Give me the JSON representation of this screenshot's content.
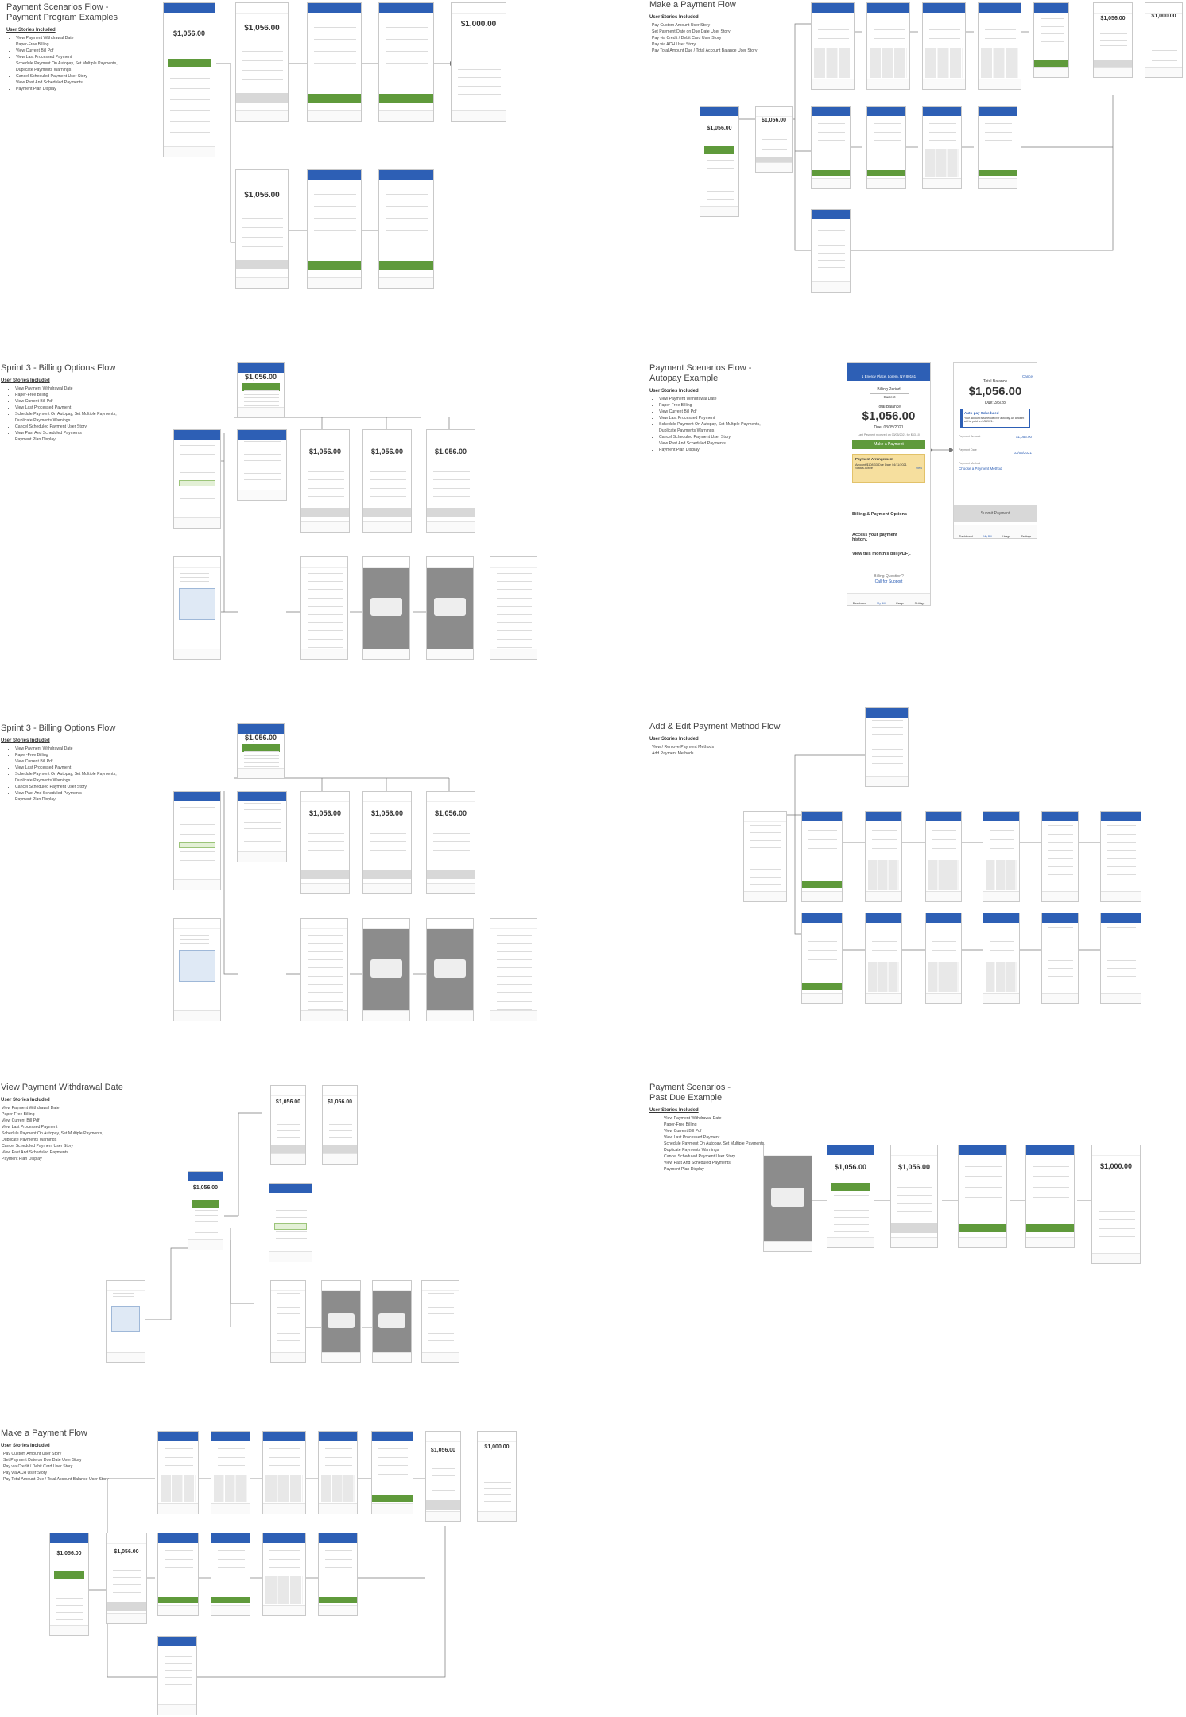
{
  "sections": [
    {
      "id": "s1",
      "title_lines": [
        "Payment Scenarios Flow -",
        "Payment Program Examples"
      ],
      "subtitle": "User Stories Included",
      "bullets": true,
      "stories": [
        "View Payment Withdrawal Date",
        "Paper-Free Billing",
        "View Current Bill Pdf",
        "View Last Processed Payment",
        "Schedule Payment On Autopay, Set Multiple Payments, Duplicate Payments Warnings",
        "Cancel Scheduled Payment User Story",
        "View Past And Scheduled Payments",
        "Payment Plan Display"
      ]
    },
    {
      "id": "s2",
      "title_lines": [
        "Make a Payment Flow"
      ],
      "subtitle": "User Stories Included",
      "bullets": false,
      "stories": [
        "Pay Custom Amount User Story",
        "Set Payment Date on Due Date User Story",
        "Pay via Credit / Debit Card User Story",
        "Pay via ACH User Story",
        "Pay Total Amount Due / Total Account Balance User Story"
      ]
    },
    {
      "id": "s3",
      "title_lines": [
        "Sprint 3 - Billing Options Flow"
      ],
      "subtitle": "User Stories Included",
      "bullets": true,
      "stories": [
        "View Payment Withdrawal Date",
        "Paper-Free Billing",
        "View Current Bill Pdf",
        "View Last Processed Payment",
        "Schedule Payment On Autopay, Set Multiple Payments, Duplicate Payments Warnings",
        "Cancel Scheduled Payment User Story",
        "View Past And Scheduled Payments",
        "Payment Plan Display"
      ]
    },
    {
      "id": "s4",
      "title_lines": [
        "Payment Scenarios Flow -",
        "Autopay Example"
      ],
      "subtitle": "User Stories Included",
      "bullets": true,
      "stories": [
        "View Payment Withdrawal Date",
        "Paper-Free Billing",
        "View Current Bill Pdf",
        "View Last Processed Payment",
        "Schedule Payment On Autopay, Set Multiple Payments, Duplicate Payments Warnings",
        "Cancel Scheduled Payment User Story",
        "View Past And Scheduled Payments",
        "Payment Plan Display"
      ]
    },
    {
      "id": "s5",
      "title_lines": [
        "Sprint 3 - Billing Options Flow"
      ],
      "subtitle": "User Stories Included",
      "bullets": true,
      "stories": [
        "View Payment Withdrawal Date",
        "Paper-Free Billing",
        "View Current Bill Pdf",
        "View Last Processed Payment",
        "Schedule Payment On Autopay, Set Multiple Payments, Duplicate Payments Warnings",
        "Cancel Scheduled Payment User Story",
        "View Past And Scheduled Payments",
        "Payment Plan Display"
      ]
    },
    {
      "id": "s6",
      "title_lines": [
        "Add & Edit Payment Method Flow"
      ],
      "subtitle": "User Stories Included",
      "bullets": false,
      "stories": [
        "View / Remove Payment Methods",
        "Add Payment Methods"
      ]
    },
    {
      "id": "s7",
      "title_lines": [
        "View Payment Withdrawal Date"
      ],
      "subtitle": "User Stories Included",
      "bullets": false,
      "stories": [
        "View Payment Withdrawal Date",
        "Paper-Free Billing",
        "View Current Bill Pdf",
        "View Last Processed Payment",
        "Schedule Payment On Autopay, Set Multiple Payments, Duplicate Payments Warnings",
        "Cancel Scheduled Payment User Story",
        "View Past And Scheduled Payments",
        "Payment Plan Display"
      ]
    },
    {
      "id": "s8",
      "title_lines": [
        "Payment Scenarios -",
        "Past Due Example"
      ],
      "subtitle": "User Stories Included",
      "bullets": true,
      "stories": [
        "View Payment Withdrawal Date",
        "Paper-Free Billing",
        "View Current Bill Pdf",
        "View Last Processed Payment",
        "Schedule Payment On Autopay, Set Multiple Payments, Duplicate Payments Warnings",
        "Cancel Scheduled Payment User Story",
        "View Past And Scheduled Payments",
        "Payment Plan Display"
      ]
    },
    {
      "id": "s9",
      "title_lines": [
        "Make a Payment Flow"
      ],
      "subtitle": "User Stories Included",
      "bullets": false,
      "stories": [
        "Pay Custom Amount User Story",
        "Set Payment Date on Due Date User Story",
        "Pay via Credit / Debit Card User Story",
        "Pay via ACH User Story",
        "Pay Total Amount Due / Total Account Balance User Story"
      ]
    }
  ],
  "amounts": {
    "balance": "$1,056.00",
    "paid": "$1,000.00"
  },
  "autopay_screen": {
    "address": "1 Energy Place, Lorem, NY 80161",
    "billing_period_label": "Billing Period",
    "billing_period_value": "Current",
    "total_balance_label": "Total Balance",
    "amount": "$1,056.00",
    "due": "Due: 03/05/2021",
    "last_payment": "Last Payment received on 03/05/2021 for $63.10",
    "make_payment": "Make a Payment",
    "arrangement_title": "Payment Arrangement",
    "amount_label": "Amount",
    "amount_value": "$108.33",
    "due_date_label": "Due Date",
    "due_date_value": "04/11/2021",
    "status_label": "Status",
    "status_value": "Active",
    "view": "View",
    "billing_options": "Billing & Payment Options",
    "access_history": "Access your payment history.",
    "view_bill": "View this month's bill (PDF).",
    "billing_question": "Billing Question?",
    "call_support": "Call for Support",
    "tabs": [
      "Dashboard",
      "My Bill",
      "Usage",
      "Settings"
    ]
  },
  "autopay_confirm": {
    "cancel": "Cancel",
    "total_balance_label": "Total Balance",
    "amount": "$1,056.00",
    "due": "Due: 3/5/28",
    "autopay_title": "Auto-pay Scheduled",
    "autopay_text": "Your account is scheduled for autopay. An amount will be paid on 3/5/2021.",
    "payment_amount_label": "Payment Amount",
    "payment_amount_value": "$1,056.00",
    "payment_date_label": "Payment Date",
    "payment_date_value": "03/05/2021",
    "payment_method_label": "Payment Method",
    "payment_method_value": "Choose a Payment Method",
    "submit": "Submit Payment",
    "tabs": [
      "Dashboard",
      "My Bill",
      "Usage",
      "Settings"
    ]
  }
}
